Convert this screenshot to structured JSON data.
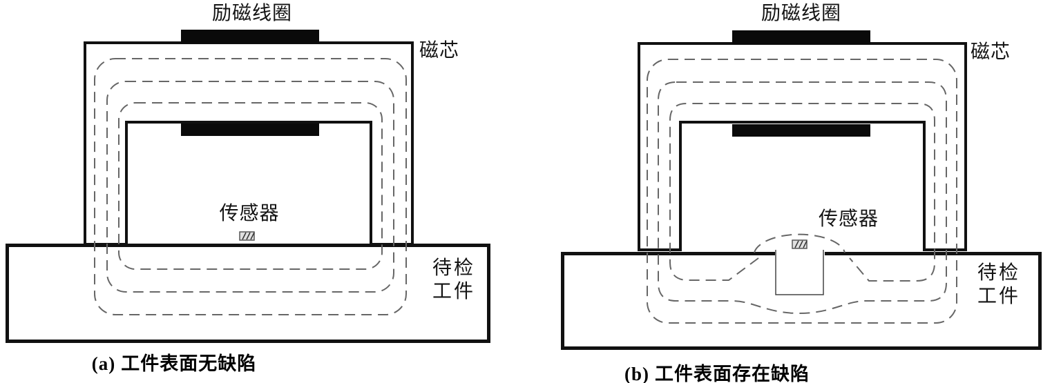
{
  "figure": {
    "type": "magnetic-flux-leakage-schematic",
    "panels": [
      {
        "id": "a",
        "coil_label": "励磁线圈",
        "core_label": "磁芯",
        "sensor_label": "传感器",
        "workpiece_label_line1": "待检",
        "workpiece_label_line2": "工件",
        "caption_index": "(a)",
        "caption_text": "工件表面无缺陷"
      },
      {
        "id": "b",
        "coil_label": "励磁线圈",
        "core_label": "磁芯",
        "sensor_label": "传感器",
        "workpiece_label_line1": "待检",
        "workpiece_label_line2": "工件",
        "caption_index": "(b)",
        "caption_text": "工件表面存在缺陷"
      }
    ],
    "colors": {
      "line": "#111111",
      "coil_fill": "#0a0a0a",
      "flux_line": "#666666",
      "notch_line": "#444444",
      "sensor_fill": "#e0e0e0",
      "background": "#ffffff"
    }
  }
}
